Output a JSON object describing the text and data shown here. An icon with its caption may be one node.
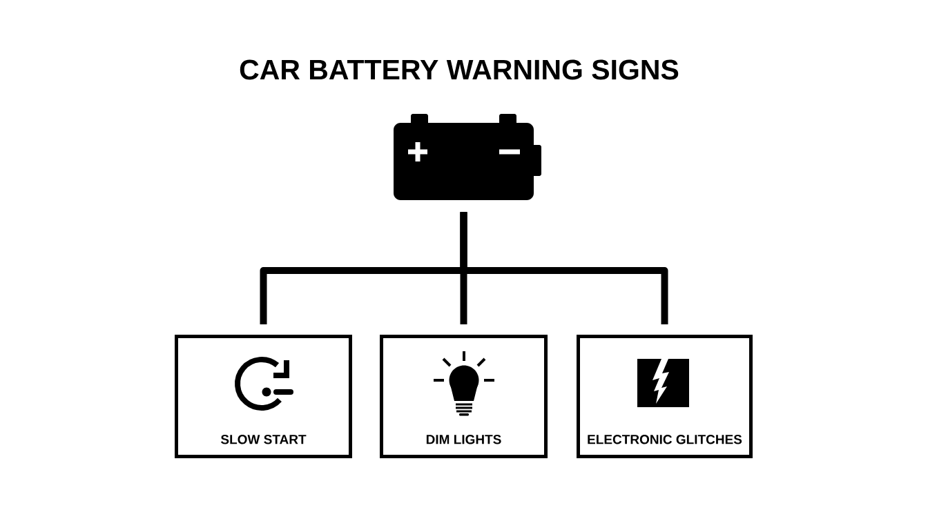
{
  "diagram": {
    "title": "CAR BATTERY WARNING SIGNS",
    "nodes": [
      {
        "text": [],
        "shape": "picture"
      },
      {
        "text": [
          "SLOW START"
        ]
      },
      {
        "text": [
          "DIM LIGHTS"
        ]
      },
      {
        "text": [
          "ELECTRONIC GLITCHES"
        ]
      }
    ],
    "edges": [
      {
        "from": 0,
        "to": 1,
        "arrow": "none"
      },
      {
        "from": 0,
        "to": 2,
        "arrow": "none"
      },
      {
        "from": 0,
        "to": 3,
        "arrow": "none"
      }
    ]
  }
}
